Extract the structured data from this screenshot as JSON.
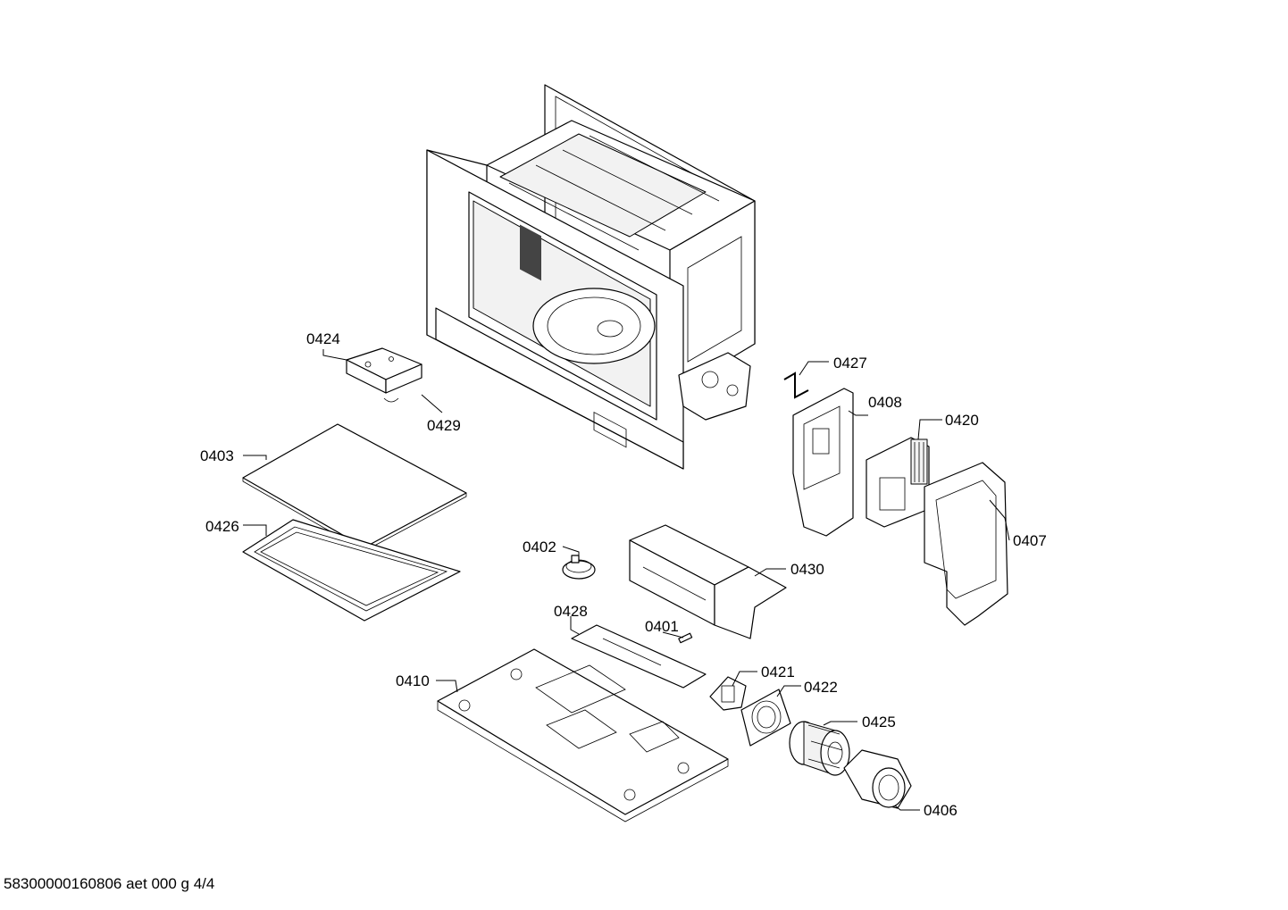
{
  "parts": [
    {
      "id": "p0401",
      "label": "0401"
    },
    {
      "id": "p0402",
      "label": "0402"
    },
    {
      "id": "p0403",
      "label": "0403"
    },
    {
      "id": "p0406",
      "label": "0406"
    },
    {
      "id": "p0407",
      "label": "0407"
    },
    {
      "id": "p0408",
      "label": "0408"
    },
    {
      "id": "p0410",
      "label": "0410"
    },
    {
      "id": "p0420",
      "label": "0420"
    },
    {
      "id": "p0421",
      "label": "0421"
    },
    {
      "id": "p0422",
      "label": "0422"
    },
    {
      "id": "p0424",
      "label": "0424"
    },
    {
      "id": "p0425",
      "label": "0425"
    },
    {
      "id": "p0426",
      "label": "0426"
    },
    {
      "id": "p0427",
      "label": "0427"
    },
    {
      "id": "p0428",
      "label": "0428"
    },
    {
      "id": "p0429",
      "label": "0429"
    },
    {
      "id": "p0430",
      "label": "0430"
    }
  ],
  "footer": "58300000160806 aet 000 g 4/4"
}
